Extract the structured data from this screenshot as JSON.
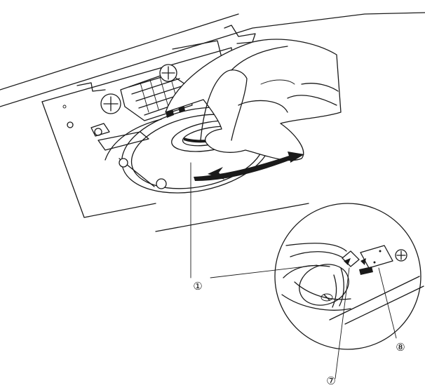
{
  "callouts": [
    {
      "id": "bobbin-holder",
      "label": "①"
    },
    {
      "id": "indicator-mark",
      "label": "⑦"
    },
    {
      "id": "stopper",
      "label": "⑧"
    }
  ]
}
